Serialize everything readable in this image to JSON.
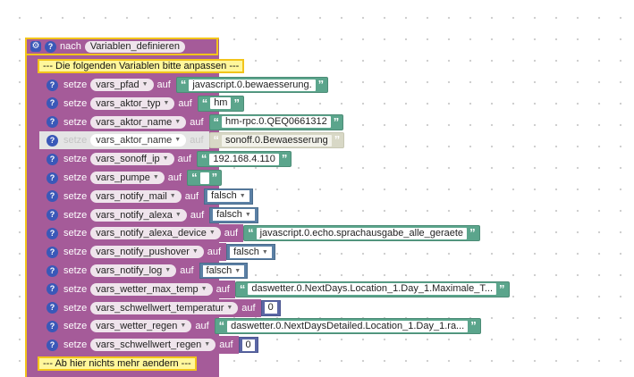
{
  "procedure": {
    "keyword": "nach",
    "name": "Variablen_definieren",
    "gear_glyph": "⚙",
    "help_glyph": "?"
  },
  "comments": {
    "top": "--- Die folgenden Variablen bitte anpassen ---",
    "bottom": "--- Ab hier nichts mehr aendern ---"
  },
  "labels": {
    "set": "setze",
    "to": "auf",
    "open_quote": "“",
    "close_quote": "”",
    "caret": "▼"
  },
  "rows": [
    {
      "var": "vars_pfad",
      "type": "string",
      "value": "javascript.0.bewaesserung."
    },
    {
      "var": "vars_aktor_typ",
      "type": "string",
      "value": "hm"
    },
    {
      "var": "vars_aktor_name",
      "type": "string",
      "value": "hm-rpc.0.QEQ0661312"
    },
    {
      "var": "vars_aktor_name",
      "type": "string",
      "value": "sonoff.0.Bewaesserung",
      "disabled": true
    },
    {
      "var": "vars_sonoff_ip",
      "type": "string",
      "value": "192.168.4.110"
    },
    {
      "var": "vars_pumpe",
      "type": "string",
      "value": ""
    },
    {
      "var": "vars_notify_mail",
      "type": "bool",
      "value": "falsch"
    },
    {
      "var": "vars_notify_alexa",
      "type": "bool",
      "value": "falsch"
    },
    {
      "var": "vars_notify_alexa_device",
      "type": "string",
      "value": "javascript.0.echo.sprachausgabe_alle_geraete"
    },
    {
      "var": "vars_notify_pushover",
      "type": "bool",
      "value": "falsch"
    },
    {
      "var": "vars_notify_log",
      "type": "bool",
      "value": "falsch"
    },
    {
      "var": "vars_wetter_max_temp",
      "type": "string",
      "value": "daswetter.0.NextDays.Location_1.Day_1.Maximale_T..."
    },
    {
      "var": "vars_schwellwert_temperatur",
      "type": "number",
      "value": "0"
    },
    {
      "var": "vars_wetter_regen",
      "type": "string",
      "value": "daswetter.0.NextDaysDetailed.Location_1.Day_1.ra..."
    },
    {
      "var": "vars_schwellwert_regen",
      "type": "number",
      "value": "0"
    }
  ],
  "colors": {
    "variable_block": "#a55b99",
    "string_block": "#5ba58c",
    "boolean_block": "#5b80a5",
    "number_block": "#5b67a5",
    "selection_outline": "#f2c41b",
    "comment_fill": "#fff79b"
  }
}
